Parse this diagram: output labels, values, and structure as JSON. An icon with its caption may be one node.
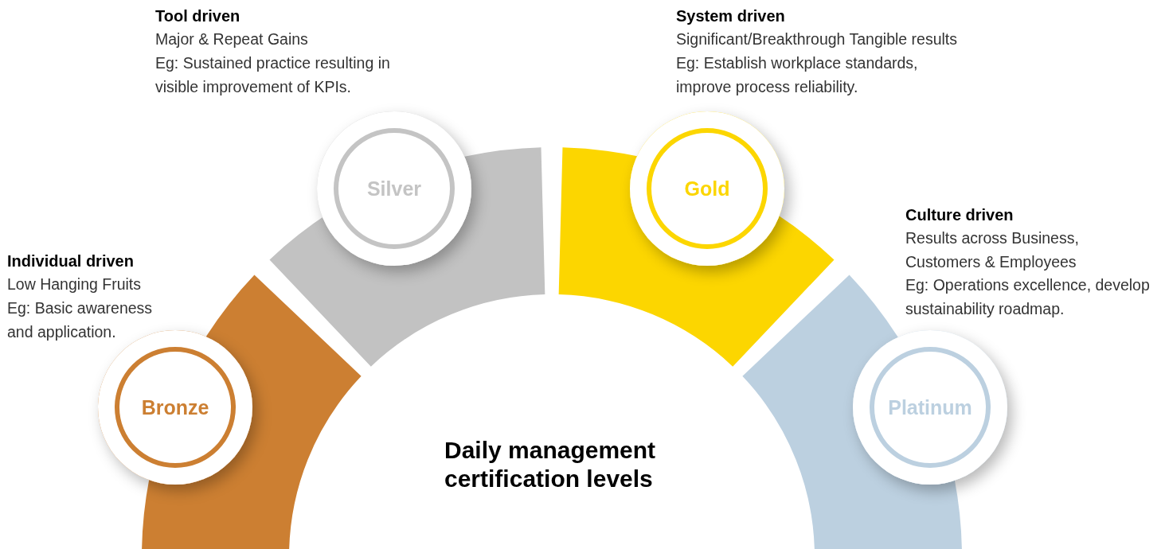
{
  "diagram": {
    "title": "Daily management certification levels",
    "nodes": [
      {
        "text": [],
        "shape": "band"
      },
      {
        "text": [],
        "shape": "band"
      },
      {
        "text": [],
        "shape": "band"
      },
      {
        "text": [],
        "shape": "band"
      },
      {
        "text": [
          "Bronze"
        ],
        "beside": [
          "Individual driven",
          "Low Hanging Fruits",
          "Eg: Basic awareness and application."
        ]
      },
      {
        "text": [
          "Silver"
        ],
        "beside": [
          "Tool driven",
          "Major & Repeat Gains",
          "Eg: Sustained practice resulting in visible improvement of KPIs."
        ]
      },
      {
        "text": [
          "Gold"
        ],
        "beside": [
          "System driven",
          "Significant/Breakthrough Tangible results",
          "Eg: Establish workplace standards, improve process reliability."
        ]
      },
      {
        "text": [
          "Platinum"
        ],
        "beside": [
          "Culture driven",
          "Results across Business, Customers & Employees",
          "Eg: Operations excellence, develop sustainability roadmap."
        ]
      }
    ],
    "edges": []
  }
}
